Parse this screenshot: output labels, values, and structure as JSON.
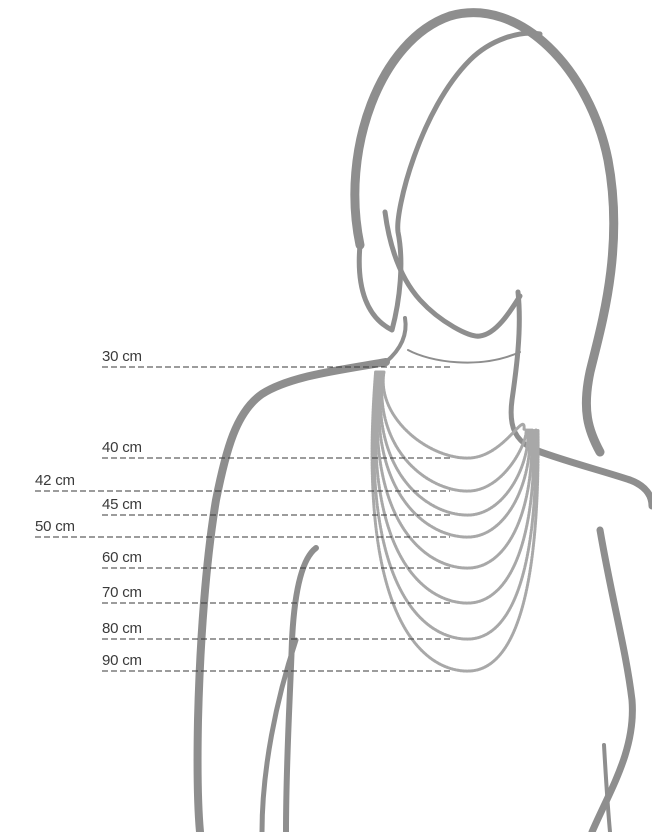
{
  "figure": {
    "outline_color": "#8e8e8e",
    "chain_color": "#a8a8a8",
    "guide_color": "#3a3a3a"
  },
  "necklace_lengths": [
    {
      "label": "30 cm"
    },
    {
      "label": "40 cm"
    },
    {
      "label": "42 cm"
    },
    {
      "label": "45 cm"
    },
    {
      "label": "50 cm"
    },
    {
      "label": "60 cm"
    },
    {
      "label": "70 cm"
    },
    {
      "label": "80 cm"
    },
    {
      "label": "90 cm"
    }
  ]
}
